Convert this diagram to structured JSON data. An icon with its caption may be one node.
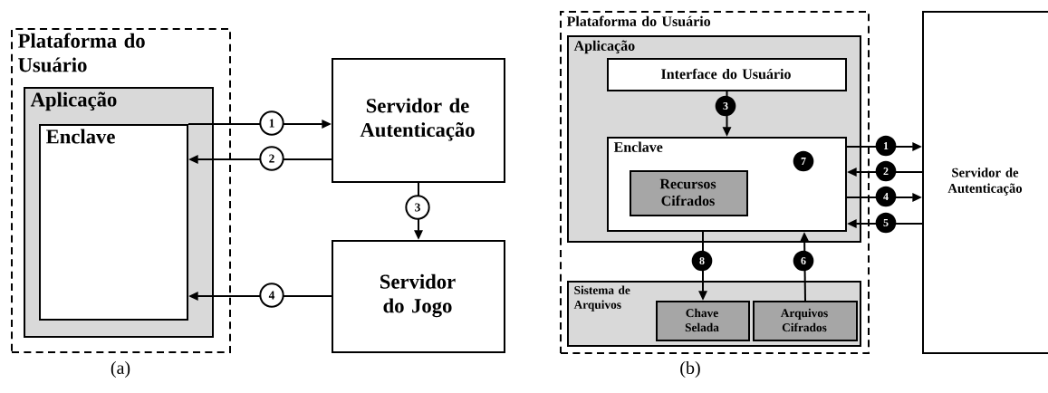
{
  "diagram": {
    "nodes": [
      {
        "text": [
          "Plataforma do Usuário"
        ]
      },
      {
        "text": [
          "Aplicação"
        ],
        "in": 0
      },
      {
        "text": [
          "Enclave"
        ],
        "in": 1
      },
      {
        "text": [
          "Servidor de Autenticação"
        ]
      },
      {
        "text": [
          "Servidor do Jogo"
        ]
      },
      {
        "text": [
          "Plataforma do Usuário"
        ]
      },
      {
        "text": [
          "Aplicação"
        ],
        "in": 5
      },
      {
        "text": [
          "Interface do Usuário"
        ],
        "in": 6
      },
      {
        "text": [
          "Enclave"
        ],
        "in": 6
      },
      {
        "text": [
          "Recursos Cifrados"
        ],
        "in": 8
      },
      {
        "text": [
          "Sistema de Arquivos"
        ],
        "in": 5
      },
      {
        "text": [
          "Chave Selada"
        ],
        "in": 10
      },
      {
        "text": [
          "Arquivos Cifrados"
        ],
        "in": 10
      },
      {
        "text": [
          "Servidor de Autenticação"
        ]
      }
    ],
    "edges": [
      {
        "from": 2,
        "to": 3,
        "arrow": "to",
        "label": "1"
      },
      {
        "from": 3,
        "to": 2,
        "arrow": "to",
        "label": "2"
      },
      {
        "from": 3,
        "to": 4,
        "arrow": "to",
        "label": "3"
      },
      {
        "from": 4,
        "to": 2,
        "arrow": "to",
        "label": "4"
      },
      {
        "from": 7,
        "to": 8,
        "arrow": "to",
        "label": "3"
      },
      {
        "from": 8,
        "to": 13,
        "arrow": "to",
        "label": "1"
      },
      {
        "from": 13,
        "to": 8,
        "arrow": "to",
        "label": "2"
      },
      {
        "from": 8,
        "to": 13,
        "arrow": "to",
        "label": "4"
      },
      {
        "from": 13,
        "to": 8,
        "arrow": "to",
        "label": "5"
      },
      {
        "from": 12,
        "to": 8,
        "arrow": "to",
        "label": "6"
      },
      {
        "from": 8,
        "to": 11,
        "arrow": "to",
        "label": "8"
      }
    ],
    "labels": [
      "7",
      "(a)",
      "(b)"
    ]
  }
}
